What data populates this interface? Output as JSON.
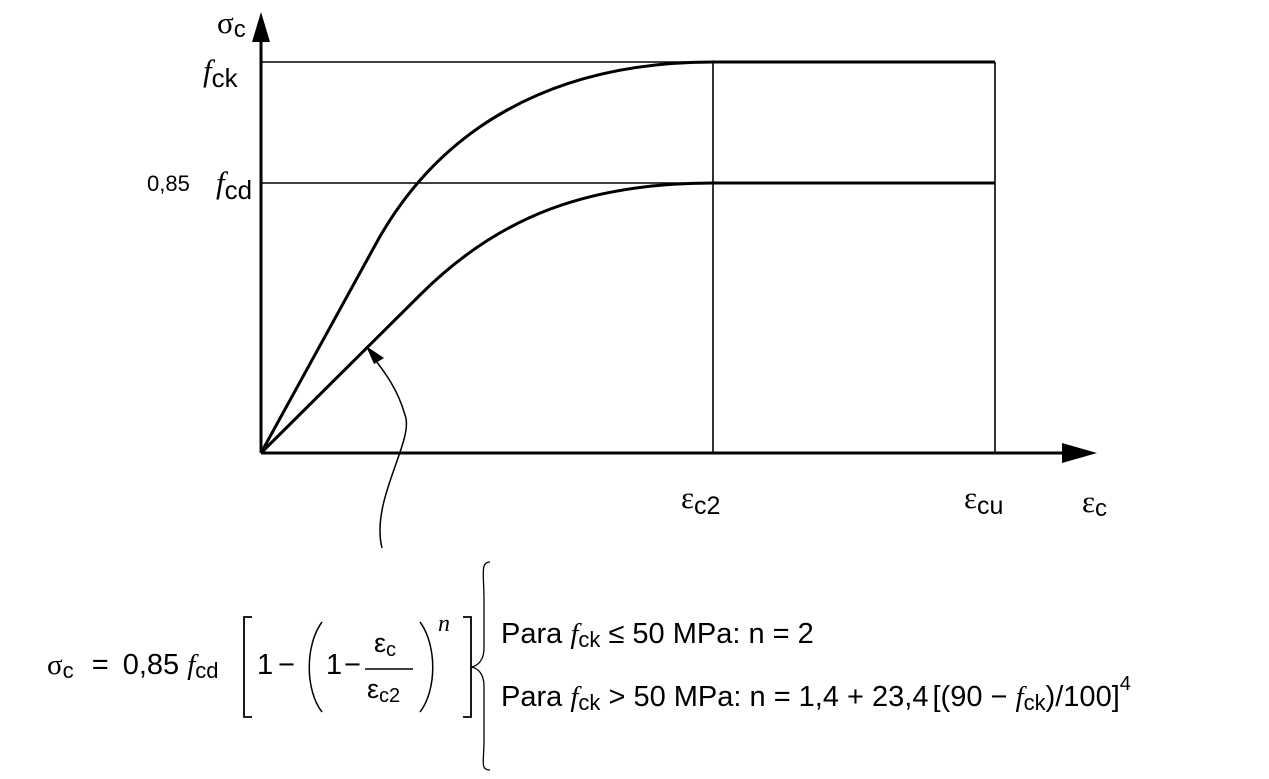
{
  "labels": {
    "y_axis": {
      "symbol": "σ",
      "sub": "c"
    },
    "x_axis": {
      "symbol": "ε",
      "sub": "c"
    },
    "fck": {
      "symbol": "f",
      "sub": "ck"
    },
    "fcd_coef": "0,85",
    "fcd": {
      "symbol": "f",
      "sub": "cd"
    },
    "eps_c2": {
      "symbol": "ε",
      "sub": "c2"
    },
    "eps_cu": {
      "symbol": "ε",
      "sub": "cu"
    }
  },
  "formula": {
    "lhs_symbol": "σ",
    "lhs_sub": "c",
    "equals": "=",
    "coef": "0,85",
    "f": "f",
    "f_sub": "cd",
    "one_a": "1",
    "minus": "−",
    "one_b": "1",
    "num_symbol": "ε",
    "num_sub": "c",
    "den_symbol": "ε",
    "den_sub": "c2",
    "exponent": "n"
  },
  "cases": {
    "case1": {
      "para": "Para",
      "f": "f",
      "f_sub": "ck",
      "rest": "≤ 50 MPa: n = 2"
    },
    "case2": {
      "para": "Para",
      "f": "f",
      "f_sub": "ck",
      "mid": "> 50 MPa: n = 1,4 + 23,4",
      "open": "[(90 −",
      "f2": "f",
      "f2_sub": "ck",
      "close": ")/100]",
      "power": "4"
    }
  }
}
